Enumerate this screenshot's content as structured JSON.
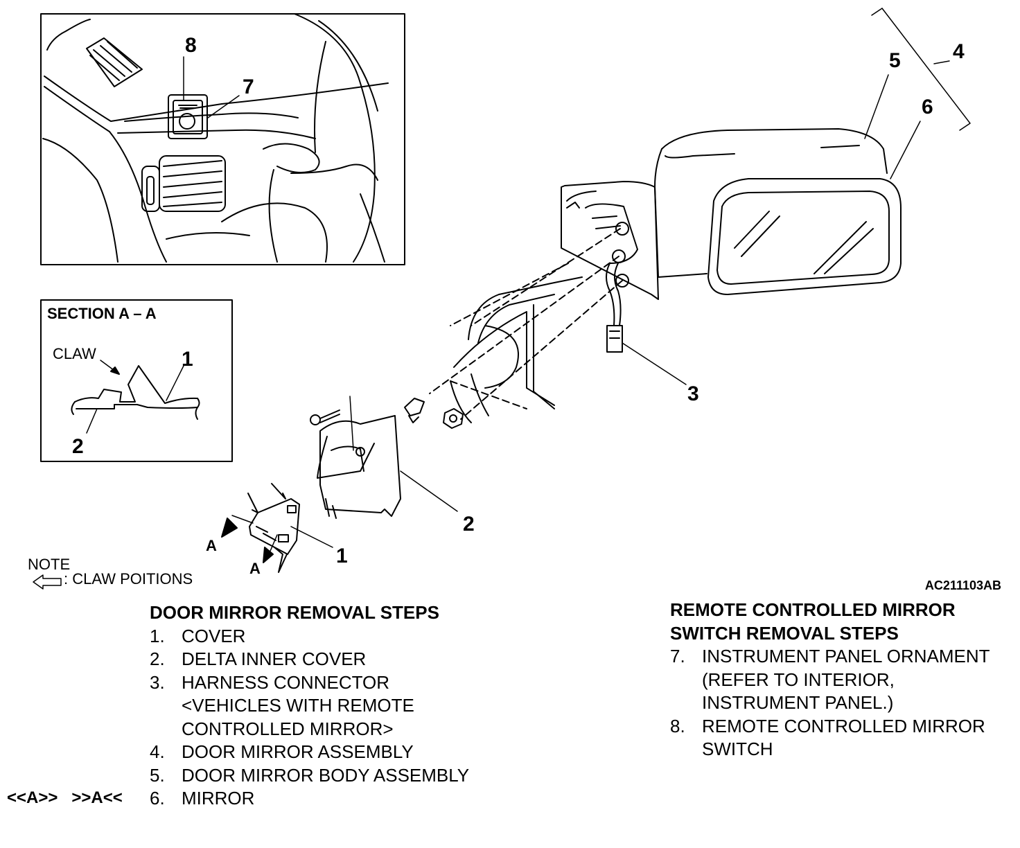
{
  "figure_code": "AC211103AB",
  "callouts": [
    "1",
    "2",
    "3",
    "4",
    "5",
    "6",
    "7",
    "8"
  ],
  "section": {
    "title": "SECTION A – A",
    "claw_label": "CLAW",
    "callout_1": "1",
    "callout_2": "2"
  },
  "view_markers": [
    "A",
    "A"
  ],
  "note": {
    "heading": "NOTE",
    "text": ": CLAW POITIONS"
  },
  "door_mirror_steps": {
    "heading": "DOOR MIRROR REMOVAL STEPS",
    "items": [
      {
        "num": "1.",
        "text": "COVER"
      },
      {
        "num": "2.",
        "text": "DELTA INNER COVER"
      },
      {
        "num": "3.",
        "text": "HARNESS CONNECTOR"
      },
      {
        "num": "",
        "text": "<VEHICLES WITH REMOTE"
      },
      {
        "num": "",
        "text": "CONTROLLED MIRROR>"
      },
      {
        "num": "4.",
        "text": "DOOR MIRROR ASSEMBLY"
      },
      {
        "num": "5.",
        "text": "DOOR MIRROR BODY ASSEMBLY"
      },
      {
        "num": "6.",
        "text": "MIRROR"
      }
    ]
  },
  "procedure_tag": "<<A>>   >>A<<",
  "switch_steps": {
    "heading_line1": "REMOTE CONTROLLED MIRROR",
    "heading_line2": "SWITCH REMOVAL STEPS",
    "items": [
      {
        "num": "7.",
        "text": "INSTRUMENT PANEL ORNAMENT"
      },
      {
        "num": "",
        "text": "(REFER TO INTERIOR,"
      },
      {
        "num": "",
        "text": "INSTRUMENT PANEL.)"
      },
      {
        "num": "8.",
        "text": "REMOTE CONTROLLED MIRROR"
      },
      {
        "num": "",
        "text": "SWITCH"
      }
    ]
  }
}
